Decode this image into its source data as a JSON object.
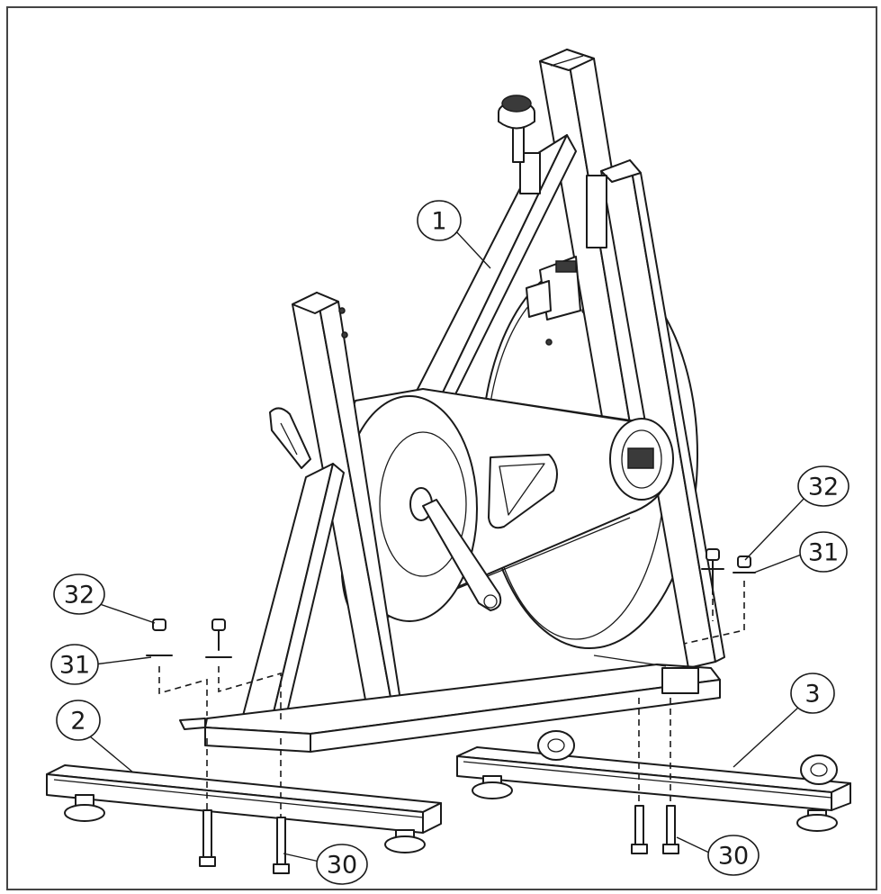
{
  "callouts": [
    {
      "id": "c1",
      "label": "1"
    },
    {
      "id": "c2",
      "label": "2"
    },
    {
      "id": "c3",
      "label": "3"
    },
    {
      "id": "c30a",
      "label": "30"
    },
    {
      "id": "c30b",
      "label": "30"
    },
    {
      "id": "c31a",
      "label": "31"
    },
    {
      "id": "c31b",
      "label": "31"
    },
    {
      "id": "c32a",
      "label": "32"
    },
    {
      "id": "c32b",
      "label": "32"
    }
  ],
  "colors": {
    "line": "#1a1a1a",
    "background": "#ffffff"
  }
}
